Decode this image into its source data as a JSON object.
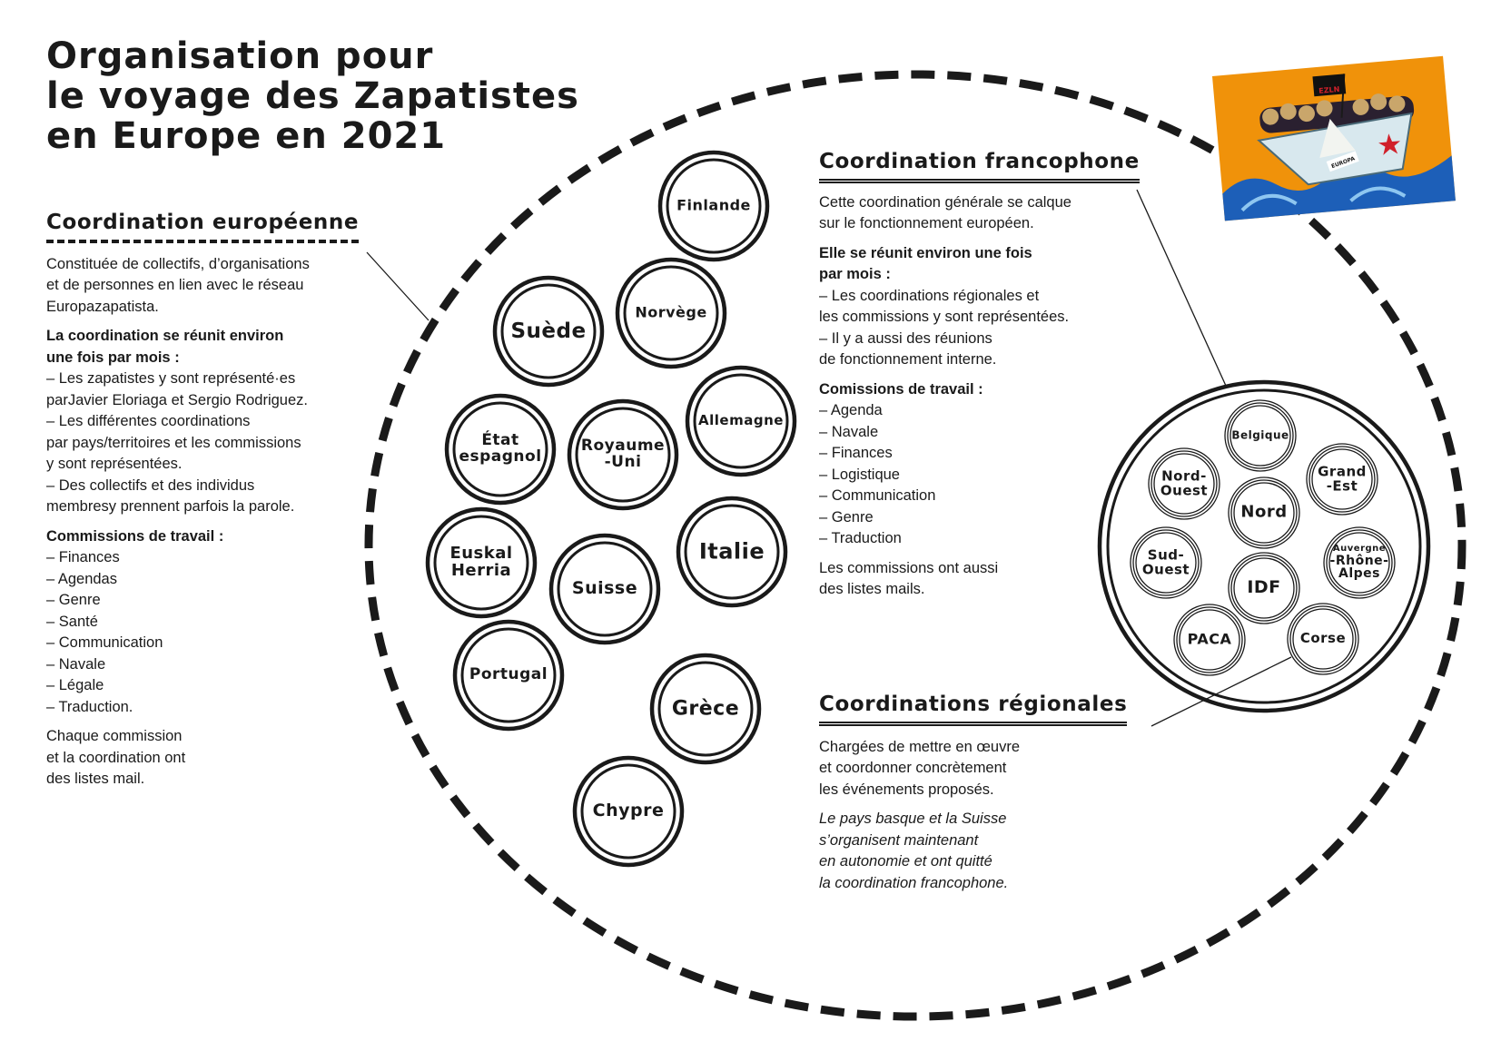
{
  "title": [
    "Organisation pour",
    "le voyage des Zapatistes",
    "en Europe en 2021"
  ],
  "european": {
    "heading": "Coordination européenne",
    "intro": [
      "Constituée de collectifs, d’organisations",
      "et de personnes en lien avec le réseau",
      "Europazapatista."
    ],
    "meeting_bold": [
      "La coordination se réunit environ",
      "une fois par mois :"
    ],
    "meeting_lines": [
      "– Les zapatistes y sont représenté·es",
      "parJavier Eloriaga et Sergio Rodriguez.",
      "– Les différentes coordinations",
      "par pays/territoires et les commissions",
      "y sont représentées.",
      "– Des collectifs et des individus",
      "membresy prennent parfois la parole."
    ],
    "commissions_heading": "Commissions de travail :",
    "commissions": [
      "– Finances",
      "– Agendas",
      "– Genre",
      "– Santé",
      "– Communication",
      "– Navale",
      "– Légale",
      "– Traduction."
    ],
    "footer": [
      "Chaque commission",
      "et la coordination ont",
      "des listes mail."
    ]
  },
  "francophone": {
    "heading": "Coordination francophone",
    "intro": [
      "Cette coordination générale se calque",
      "sur le fonctionnement européen."
    ],
    "meeting_bold": [
      "Elle se réunit environ une fois",
      "par mois :"
    ],
    "meeting_lines": [
      "– Les coordinations régionales et",
      "les commissions y sont représentées.",
      "– Il y a aussi des réunions",
      "de fonctionnement interne."
    ],
    "commissions_heading": "Comissions de travail :",
    "commissions": [
      "– Agenda",
      "– Navale",
      "– Finances",
      "– Logistique",
      "– Communication",
      "– Genre",
      "– Traduction"
    ],
    "footer": [
      "Les commissions ont aussi",
      "des listes mails."
    ]
  },
  "regional": {
    "heading": "Coordinations régionales",
    "intro": [
      "Chargées de mettre en œuvre",
      "et coordonner concrètement",
      "les événements proposés."
    ],
    "note": [
      "Le pays basque et la Suisse",
      "s’organisent maintenant",
      "en autonomie et ont quitté",
      "la coordination francophone."
    ]
  },
  "countries": [
    "Finlande",
    "Suède",
    "Norvège",
    "État\nespagnol",
    "Royaume\n-Uni",
    "Allemagne",
    "Euskal\nHerria",
    "Suisse",
    "Italie",
    "Portugal",
    "Grèce",
    "Chypre"
  ],
  "regions": [
    "Belgique",
    "Nord-\nOuest",
    "Grand\n-Est",
    "Nord",
    "Sud-\nOuest",
    "Auvergne\n-Rhône-\nAlpes",
    "IDF",
    "PACA",
    "Corse"
  ],
  "illustration": {
    "flag_text": "EZLN",
    "boat_text": "EUROPA"
  },
  "colors": {
    "ink": "#1a1a1a",
    "orange": "#f0920a",
    "sea": "#1d5fb8",
    "boat": "#d8e8ee",
    "star": "#d0202a"
  }
}
